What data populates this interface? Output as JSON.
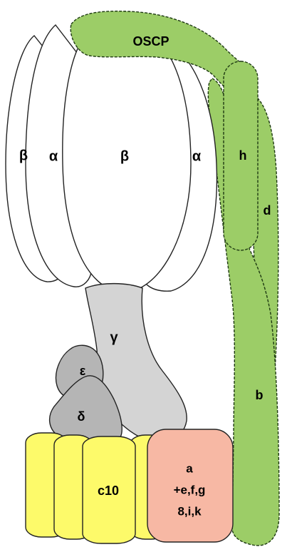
{
  "colors": {
    "peripheral_stalk": "#9ccd67",
    "f1_head": "#ffffff",
    "central_stalk": "#d4d4d4",
    "epsilon_delta": "#b5b5b5",
    "c_ring": "#fdfa6a",
    "a_subunit": "#f7b8a4"
  },
  "labels": {
    "oscp": "OSCP",
    "beta_left": "β",
    "alpha_left": "α",
    "beta_center": "β",
    "alpha_right": "α",
    "h": "h",
    "d": "d",
    "gamma": "γ",
    "epsilon": "ε",
    "delta": "δ",
    "b": "b",
    "c10": "c10",
    "a_line1": "a",
    "a_line2": "+e,f,g",
    "a_line3": "8,i,k"
  }
}
